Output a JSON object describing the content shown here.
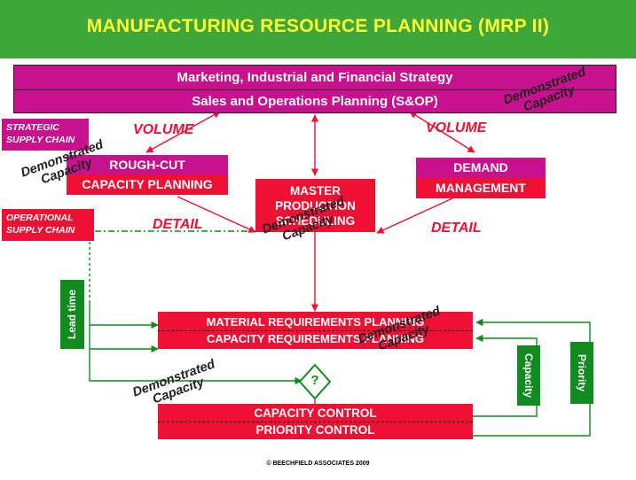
{
  "title": "MANUFACTURING RESOURCE PLANNING (MRP II)",
  "top_box": {
    "line1": "Marketing, Industrial and Financial Strategy",
    "line2": "Sales and Operations Planning (S&OP)"
  },
  "labels": {
    "volume_left": "VOLUME",
    "volume_right": "VOLUME",
    "detail_left": "DETAIL",
    "detail_right": "DETAIL",
    "strategic_line1": "STRATEGIC",
    "strategic_line2": "SUPPLY CHAIN",
    "operational_line1": "OPERATIONAL",
    "operational_line2": "SUPPLY CHAIN",
    "lead_time": "Lead time",
    "capacity": "Capacity",
    "priority": "Priority",
    "question": "?"
  },
  "boxes": {
    "rough_cut_line1": "ROUGH-CUT",
    "rough_cut_line2": "CAPACITY PLANNING",
    "demand_line1": "DEMAND",
    "demand_line2": "MANAGEMENT",
    "mps_line1": "MASTER",
    "mps_line2": "PRODUCTION",
    "mps_line3": "SCHEDULING",
    "mrp_line1": "MATERIAL REQUIREMENTS PLANNING",
    "mrp_line2": "CAPACITY REQUIREMENTS PLANNING",
    "control_line1": "CAPACITY CONTROL",
    "control_line2": "PRIORITY CONTROL"
  },
  "stamp": {
    "line1": "Demonstrated",
    "line2": "Capacity"
  },
  "footer": "© BEECHFIELD ASSOCIATES 2009",
  "colors": {
    "title_bg": "#3ea63a",
    "title_text": "#ffff33",
    "magenta": "#c8118c",
    "red": "#ee1133",
    "green": "#118a1e"
  }
}
